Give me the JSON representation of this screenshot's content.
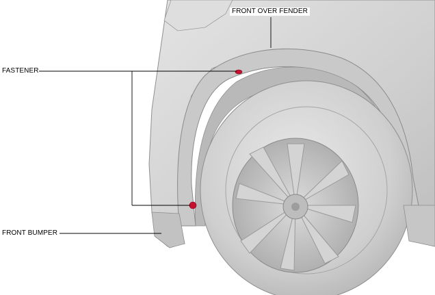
{
  "labels": {
    "front_over_fender": "FRONT OVER FENDER",
    "fastener": "FASTENER",
    "front_bumper": "FRONT BUMPER"
  },
  "colors": {
    "body": "#d6d6d6",
    "body_shadow": "#a9a9a9",
    "tire": "#d0d0d0",
    "wheel": "#c4c4c4",
    "fastener": "#c8102e",
    "leader": "#000000"
  }
}
